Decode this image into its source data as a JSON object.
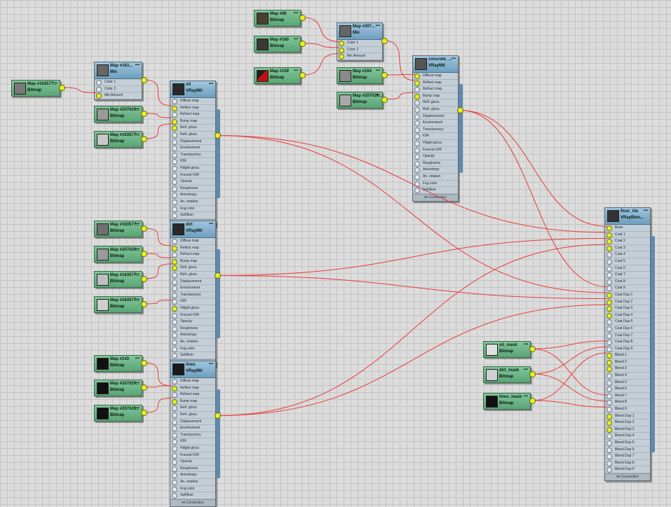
{
  "nodes": {
    "map163a": {
      "title": "Map #163577...",
      "type": "Bitmap"
    },
    "mix163": {
      "title": "Map #163...",
      "type": "Mix",
      "slots": [
        "Color 1",
        "Color 2",
        "Mix Amount"
      ],
      "collapse": "▪▪▪"
    },
    "map207a": {
      "title": "Map #207029...",
      "type": "Bitmap"
    },
    "map163b": {
      "title": "Map #163577...",
      "type": "Bitmap"
    },
    "oil": {
      "title": "oil",
      "type": "VRayMtl"
    },
    "map96": {
      "title": "Map #96",
      "type": "Bitmap"
    },
    "map160": {
      "title": "Map #160",
      "type": "Bitmap"
    },
    "map159": {
      "title": "Map #159",
      "type": "Bitmap"
    },
    "mix207": {
      "title": "Map #207...",
      "type": "Mix",
      "slots": [
        "Color 1",
        "Color 2",
        "Mix Amount"
      ],
      "collapse": "▪▪▪"
    },
    "map164": {
      "title": "Map #164",
      "type": "Bitmap"
    },
    "map207b": {
      "title": "Map #207029...",
      "type": "Bitmap"
    },
    "concrete": {
      "title": "concrete_...",
      "type": "VRayMtl"
    },
    "map163c": {
      "title": "Map #163577...",
      "type": "Bitmap"
    },
    "map207c": {
      "title": "Map #207029...",
      "type": "Bitmap"
    },
    "map163d": {
      "title": "Map #163577...",
      "type": "Bitmap"
    },
    "map163e": {
      "title": "Map #163577...",
      "type": "Bitmap"
    },
    "dirt": {
      "title": "dirt",
      "type": "VRayMtl"
    },
    "map143": {
      "title": "Map #143",
      "type": "Bitmap"
    },
    "map207d": {
      "title": "Map #207029...",
      "type": "Bitmap"
    },
    "map207e": {
      "title": "Map #207029...",
      "type": "Bitmap"
    },
    "lines": {
      "title": "lines",
      "type": "VRayMtl"
    },
    "oilmask": {
      "title": "oil_mask",
      "type": "Bitmap"
    },
    "dirtmask": {
      "title": "dirt_mask",
      "type": "Bitmap"
    },
    "linesmask": {
      "title": "lines_mask",
      "type": "Bitmap"
    },
    "floor": {
      "title": "floor_tile",
      "type": "VRayBlen..."
    }
  },
  "vraymtl_slots": [
    "Diffuse map",
    "Reflect map",
    "Refract map",
    "Bump map",
    "Refl. gloss.",
    "Refr. gloss.",
    "Displacement",
    "Environment",
    "Translucency",
    "IOR",
    "Hilight gloss",
    "Fresnel IOR",
    "Opacity",
    "Roughness",
    "Anisotropy",
    "An. rotation",
    "Fog color",
    "Selfillum"
  ],
  "blend_slots": [
    "Base",
    "Coat 1",
    "Coat 2",
    "Coat 3",
    "Coat 4",
    "Coat 5",
    "Coat 6",
    "Coat 7",
    "Coat 8",
    "Coat 9",
    "Coat Dup 1",
    "Coat Dup 2",
    "Coat Dup 3",
    "Coat Dup 4",
    "Coat Dup 5",
    "Coat Dup 6",
    "Coat Dup 7",
    "Coat Dup 8",
    "Coat Dup 9",
    "Blend 1",
    "Blend 2",
    "Blend 3",
    "Blend 4",
    "Blend 5",
    "Blend 6",
    "Blend 7",
    "Blend 8",
    "Blend 9",
    "Blend Dup 1",
    "Blend Dup 2",
    "Blend Dup 3",
    "Blend Dup 4",
    "Blend Dup 5",
    "Blend Dup 6",
    "Blend Dup 7",
    "Blend Dup 8",
    "Blend Dup 9"
  ],
  "footer_label": "▾▾ Connection",
  "colors": {
    "wire": "#e83a3a",
    "socket": "#e6f020",
    "map_node": "#6fb58a",
    "mtl_node": "#bcc7d0",
    "side_bar": "#5e8aad"
  },
  "icons": {
    "pin": "pin-icon"
  }
}
